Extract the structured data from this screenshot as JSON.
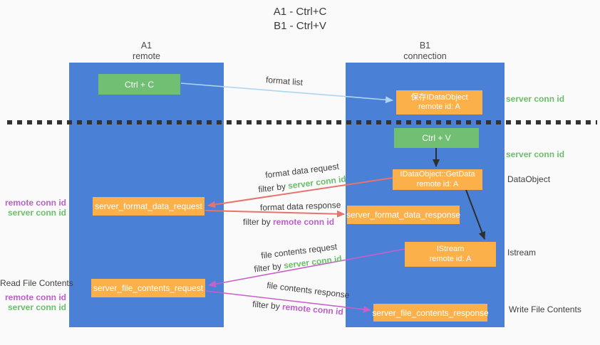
{
  "title": {
    "line1": "A1 - Ctrl+C",
    "line2": "B1 - Ctrl+V"
  },
  "lanes": {
    "left": {
      "name": "A1",
      "role": "remote"
    },
    "right": {
      "name": "B1",
      "role": "connection"
    }
  },
  "nodes": {
    "ctrl_c": {
      "label": "Ctrl + C"
    },
    "save_dataobject": {
      "line1": "保存IDataObject",
      "line2": "remote id: A"
    },
    "ctrl_v": {
      "label": "Ctrl + V"
    },
    "getdata": {
      "line1": "IDataObject::GetData",
      "line2": "remote id: A"
    },
    "format_request": {
      "label": "server_format_data_request"
    },
    "format_response": {
      "label": "server_format_data_response"
    },
    "istream": {
      "line1": "IStream",
      "line2": "remote id: A"
    },
    "file_request": {
      "label": "server_file_contents_request"
    },
    "file_response": {
      "label": "server_file_contents_response"
    }
  },
  "arrow_labels": {
    "format_list": "format list",
    "format_data_request": "format data request",
    "filter_by_server_1": {
      "prefix": "filter by",
      "value": "server conn id"
    },
    "format_data_response": "format data response",
    "filter_by_remote_1": {
      "prefix": "filter by",
      "value": "remote conn id"
    },
    "file_contents_request": "file contents request",
    "filter_by_server_2": {
      "prefix": "filter by",
      "value": "server conn id"
    },
    "file_contents_response": "file contents response",
    "filter_by_remote_2": {
      "prefix": "filter by",
      "value": "remote conn id"
    }
  },
  "side_labels": {
    "server_conn_id_top": "server conn id",
    "server_conn_id_mid": "server conn id",
    "dataobject": "DataObject",
    "istream": "Istream",
    "write_file_contents": "Write File Contents",
    "read_file_contents": "Read File Contents",
    "left_group_1": {
      "remote": "remote conn id",
      "server": "server conn id"
    },
    "left_group_2": {
      "remote": "remote conn id",
      "server": "server conn id"
    }
  },
  "colors": {
    "lane_blue": "#4a80d6",
    "node_orange": "#fbb04a",
    "node_green": "#71bf73",
    "accent_green": "#6abf69",
    "accent_purple": "#bb5fc9",
    "arrow_red": "#e8736b",
    "arrow_magenta": "#c95fc9",
    "arrow_light_blue": "#aed6f1",
    "arrow_black": "#2e2e2e",
    "background": "#fafafa"
  }
}
